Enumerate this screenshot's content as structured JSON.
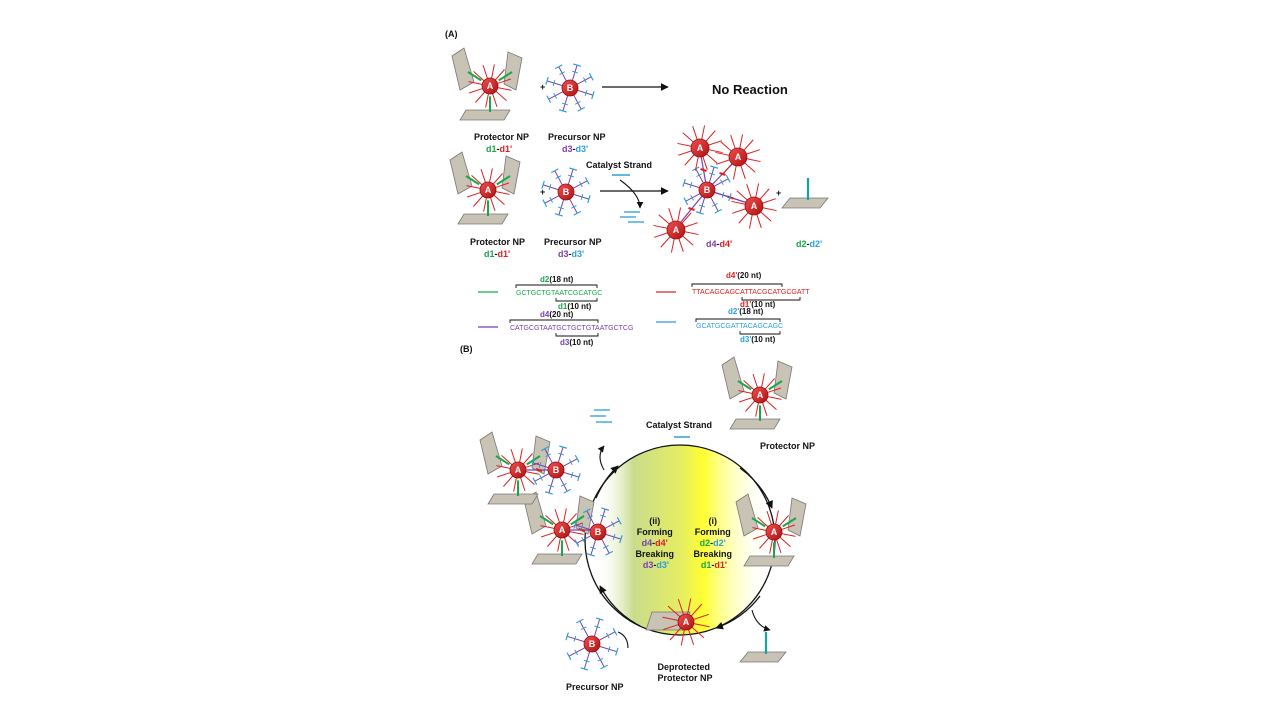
{
  "panel_a": {
    "label": "(A)",
    "row1": {
      "protector_label": "Protector NP",
      "protector_pair": {
        "left": "d1",
        "dash": "-",
        "right": "d1'"
      },
      "precursor_label": "Precursor NP",
      "precursor_pair": {
        "left": "d3",
        "dash": "-",
        "right": "d3'"
      },
      "plus": "+",
      "result": "No Reaction",
      "np_a": "A",
      "np_b": "B"
    },
    "row2": {
      "protector_label": "Protector NP",
      "protector_pair": {
        "left": "d1",
        "dash": "-",
        "right": "d1'"
      },
      "precursor_label": "Precursor NP",
      "precursor_pair": {
        "left": "d3",
        "dash": "-",
        "right": "d3'"
      },
      "catalyst_label": "Catalyst Strand",
      "plus": "+",
      "product_pair": {
        "left": "d4",
        "dash": "-",
        "right": "d4'"
      },
      "waste_pair": {
        "left": "d2",
        "dash": "-",
        "right": "d2'"
      },
      "np_a": "A",
      "np_b": "B"
    },
    "sequences": {
      "green": {
        "top_label": "d2",
        "top_len": "(18 nt)",
        "seq": "GCTGCTGTAATCGCATGC",
        "bottom_label": "d1",
        "bottom_len": "(10 nt)"
      },
      "purple": {
        "top_label": "d4",
        "top_len": "(20 nt)",
        "seq": "CATGCGTAATGCTGCTGTAATGCTCG",
        "bottom_label": "d3",
        "bottom_len": "(10 nt)"
      },
      "red": {
        "top_label": "d4'",
        "top_len": "(20 nt)",
        "seq": "TTACAGCAGCATTACGCATGCGATT",
        "bottom_label": "d1'",
        "bottom_len": "(10 nt)"
      },
      "blue": {
        "top_label": "d2'",
        "top_len": "(18 nt)",
        "seq": "GCATGCGATTACAGCAGC",
        "bottom_label": "d3'",
        "bottom_len": "(10 nt)"
      }
    }
  },
  "panel_b": {
    "label": "(B)",
    "catalyst_label": "Catalyst Strand",
    "protector_label": "Protector NP",
    "precursor_label": "Precursor NP",
    "deprotected_line1": "Deprotected",
    "deprotected_line2": "Protector NP",
    "left_step": {
      "num": "(ii)",
      "w1": "Forming",
      "pair1": {
        "left": "d4",
        "dash": "-",
        "right": "d4'"
      },
      "w2": "Breaking",
      "pair2": {
        "left": "d3",
        "dash": "-",
        "right": "d3'"
      }
    },
    "right_step": {
      "num": "(i)",
      "w1": "Forming",
      "pair1": {
        "left": "d2",
        "dash": "-",
        "right": "d2'"
      },
      "w2": "Breaking",
      "pair2": {
        "left": "d1",
        "dash": "-",
        "right": "d1'"
      }
    },
    "np_a": "A",
    "np_b": "B"
  },
  "colors": {
    "green": "#1aa64a",
    "red": "#e02020",
    "purple": "#7a3fb0",
    "blue": "#2a9fd8",
    "teal": "#16a3a0",
    "np_red": "#d42020",
    "particle_gray": "#c8c3b4",
    "cycle_left": "#a8c84a",
    "cycle_right": "#ffff33"
  }
}
